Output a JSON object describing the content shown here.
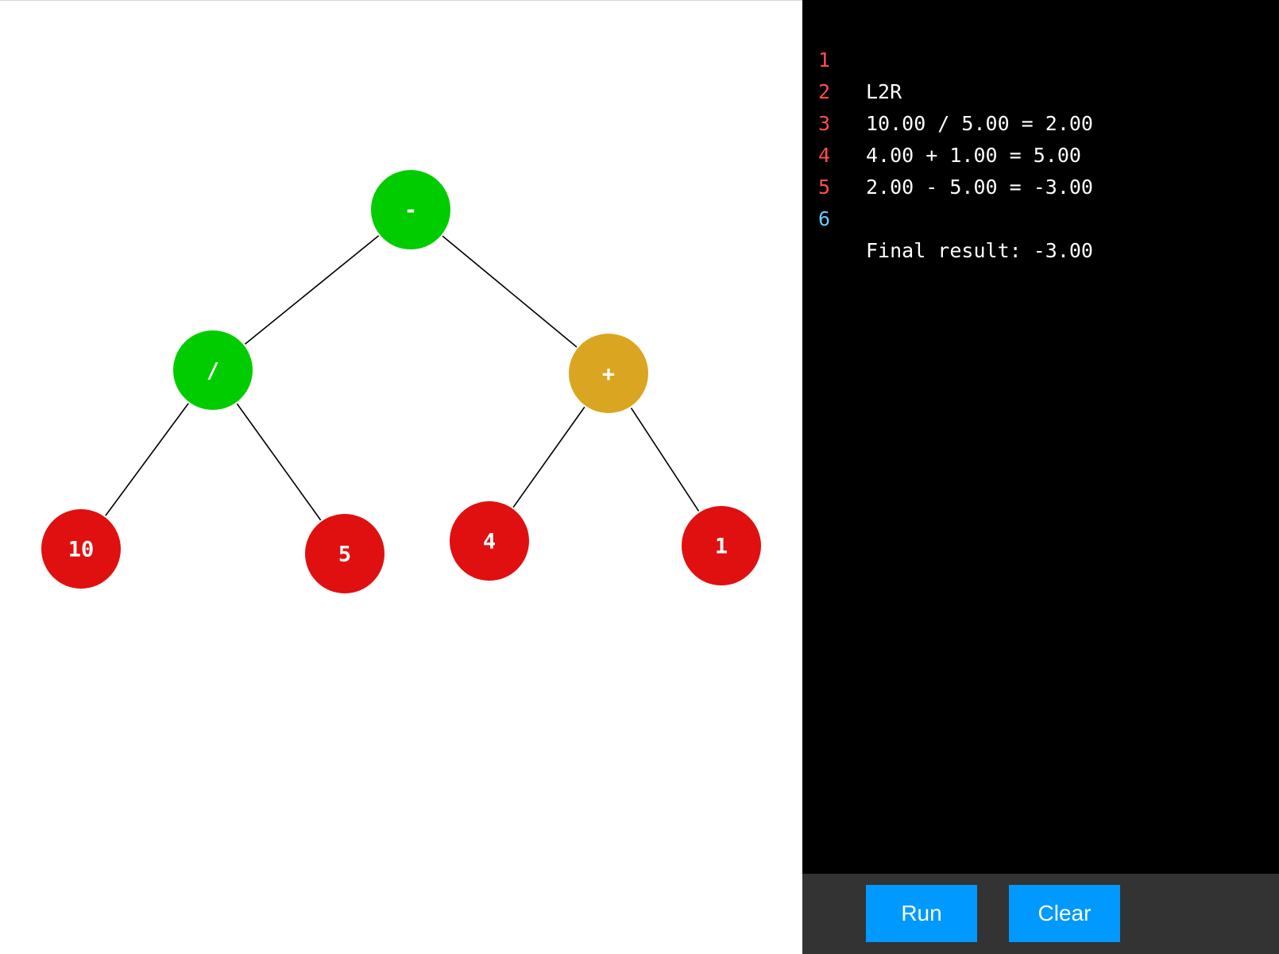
{
  "colors": {
    "operator_evaluated": "#00cc00",
    "operator_current": "#daa520",
    "operand": "#e01010",
    "edge": "#000000",
    "line_number": "#ff4d4d",
    "line_number_active": "#66ccff"
  },
  "tree": {
    "nodes": [
      {
        "id": "root",
        "label": "-",
        "state": "operator_evaluated"
      },
      {
        "id": "left",
        "label": "/",
        "state": "operator_evaluated"
      },
      {
        "id": "right",
        "label": "+",
        "state": "operator_current"
      },
      {
        "id": "left-left",
        "label": "10",
        "state": "operand"
      },
      {
        "id": "left-right",
        "label": "5",
        "state": "operand"
      },
      {
        "id": "right-left",
        "label": "4",
        "state": "operand"
      },
      {
        "id": "right-right",
        "label": "1",
        "state": "operand"
      }
    ]
  },
  "console": {
    "lines": [
      {
        "number": "1",
        "text": "L2R",
        "active": false
      },
      {
        "number": "2",
        "text": "10.00 / 5.00 = 2.00",
        "active": false
      },
      {
        "number": "3",
        "text": "4.00 + 1.00 = 5.00",
        "active": false
      },
      {
        "number": "4",
        "text": "2.00 - 5.00 = -3.00",
        "active": false
      },
      {
        "number": "5",
        "text": "",
        "active": false
      },
      {
        "number": "6",
        "text": "Final result: -3.00",
        "active": true
      }
    ]
  },
  "toolbar": {
    "run_label": "Run",
    "clear_label": "Clear"
  }
}
